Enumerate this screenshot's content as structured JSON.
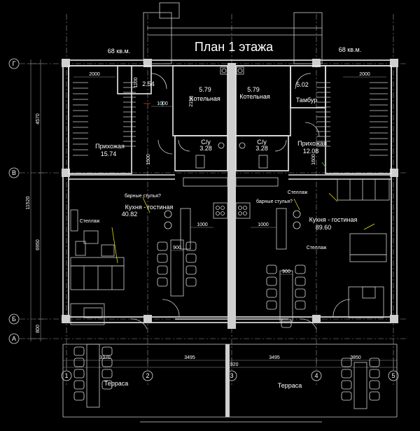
{
  "title": "План 1 этажа",
  "area_left": "68 кв.м.",
  "area_right": "68 кв.м.",
  "rooms": {
    "hall_left": {
      "name": "Прихожая",
      "area": "15.74"
    },
    "hall_right": {
      "name": "Прихожая",
      "area": "12.08"
    },
    "boiler_left": {
      "name": "Котельная",
      "area": "5.79"
    },
    "boiler_right": {
      "name": "Котельная",
      "area": "5.79"
    },
    "wc_left": {
      "name": "С/у",
      "area": "3.28"
    },
    "wc_right": {
      "name": "С/у",
      "area": "3.28"
    },
    "vestibule": {
      "name": "Тамбур",
      "area": "5.02"
    },
    "small_left": {
      "area": "2.54"
    },
    "kitchen_left": {
      "name": "Кухня - гостиная",
      "area": "40.82"
    },
    "kitchen_right": {
      "name": "Кухня - гостиная",
      "area": "89.60"
    },
    "terrace_left": {
      "name": "Терраса"
    },
    "terrace_right": {
      "name": "Терраса"
    }
  },
  "notes": {
    "bar_left": "барные стулья?",
    "bar_right": "барные стулья?",
    "shelf_left": "Стеллаж",
    "shelf_right_top": "Стеллаж",
    "shelf_right_mid": "Стеллаж"
  },
  "axes_rows": [
    "Г",
    "В",
    "Б",
    "А"
  ],
  "axes_cols": [
    "1",
    "2",
    "3",
    "4",
    "5"
  ],
  "dims": {
    "left_total": "11520",
    "left_top": "4570",
    "left_mid": "6950",
    "left_bot": "800",
    "bottom_total": "11920",
    "bottom_1": "3370",
    "bottom_2": "3495",
    "bottom_3": "3495",
    "bottom_4": "3850",
    "d2000_left": "2000",
    "d2000_right": "2000",
    "d1000_a": "1000",
    "d1000_b": "1000",
    "d1000_c": "1000",
    "d900_a": "900",
    "d900_b": "900",
    "d1500": "1500",
    "d1600": "1600",
    "d2150": "2150",
    "d1100": "1100"
  }
}
